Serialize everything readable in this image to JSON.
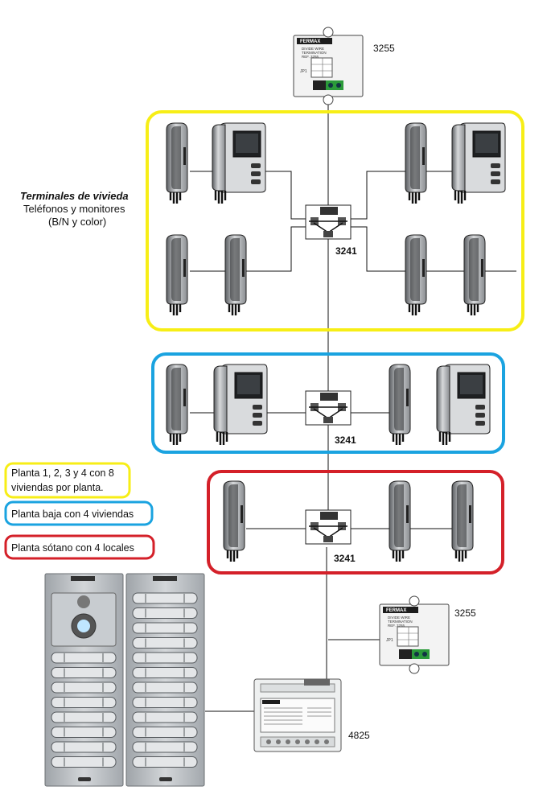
{
  "heading": {
    "line1": "Terminales de vivieda",
    "line2": "Teléfonos y monitores",
    "line3": "(B/N y color)"
  },
  "codes": {
    "terminator_top": "3255",
    "distributor_1": "3241",
    "distributor_2": "3241",
    "distributor_3": "3241",
    "terminator_bottom": "3255",
    "power_supply": "4825"
  },
  "device_text": {
    "brand": "FERMAX",
    "terminator_line1": "DIVIDE WIRE",
    "terminator_line2": "TERMINATION",
    "terminator_line3": "REF. 3255",
    "jumper": "JP1"
  },
  "legend": {
    "yellow_line1": "Planta 1, 2, 3 y 4 con 8",
    "yellow_line2": "viviendas por planta.",
    "blue": "Planta baja con 4 viviendas",
    "red": "Planta sótano con 4 locales"
  },
  "colors": {
    "yellow": "#f7ee16",
    "blue": "#1aa3e0",
    "red": "#d42029",
    "panel": "#b9bec3"
  }
}
